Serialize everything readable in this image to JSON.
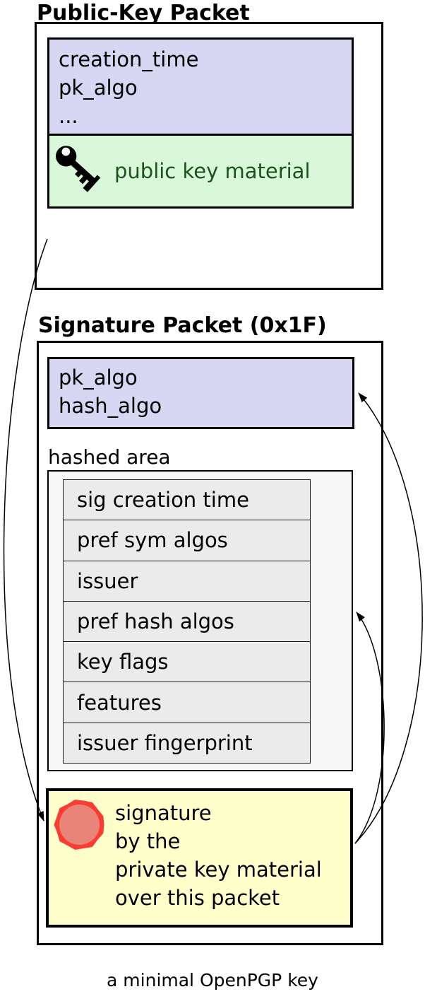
{
  "caption": "a minimal OpenPGP key",
  "public_key_packet": {
    "title": "Public-Key Packet",
    "header_fields": [
      "creation_time",
      "pk_algo",
      "..."
    ],
    "key_material": {
      "icon": "key-icon",
      "label": "public key material"
    }
  },
  "signature_packet": {
    "title": "Signature Packet (0x1F)",
    "header_fields": [
      "pk_algo",
      "hash_algo"
    ],
    "hashed_area": {
      "label": "hashed area",
      "subpackets": [
        "sig creation time",
        "pref sym algos",
        "issuer",
        "pref hash algos",
        "key flags",
        "features",
        "issuer fingerprint"
      ]
    },
    "signature": {
      "icon": "seal-icon",
      "lines": [
        "signature",
        "by the",
        "private key material",
        "over this packet"
      ]
    }
  },
  "colors": {
    "field_header_fill": "#d7d7f4",
    "key_material_fill": "#d9f7d9",
    "key_material_text": "#1c521c",
    "hashed_area_fill": "#f7f7f7",
    "subpacket_fill": "#ebebeb",
    "signature_fill": "#ffffcc",
    "seal_outer": "#fa3c32",
    "seal_inner": "#e98478",
    "border": "#000000"
  }
}
